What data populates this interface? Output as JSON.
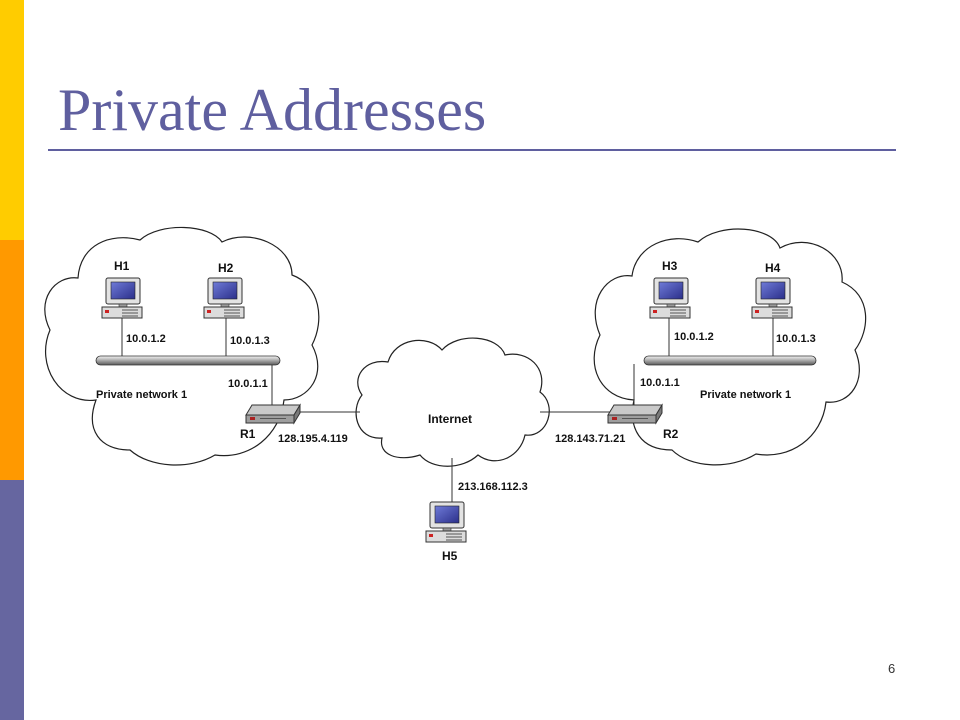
{
  "slide": {
    "title": "Private Addresses",
    "page_number": "6"
  },
  "diagram": {
    "left_network": {
      "label": "Private network 1",
      "hosts": [
        {
          "name": "H1",
          "ip": "10.0.1.2"
        },
        {
          "name": "H2",
          "ip": "10.0.1.3"
        }
      ],
      "router": {
        "name": "R1",
        "inside_ip": "10.0.1.1",
        "outside_ip": "128.195.4.119"
      }
    },
    "right_network": {
      "label": "Private network 1",
      "hosts": [
        {
          "name": "H3",
          "ip": "10.0.1.2"
        },
        {
          "name": "H4",
          "ip": "10.0.1.3"
        }
      ],
      "router": {
        "name": "R2",
        "inside_ip": "10.0.1.1",
        "outside_ip": "128.143.71.21"
      }
    },
    "internet": {
      "label": "Internet",
      "host": {
        "name": "H5",
        "ip": "213.168.112.3"
      }
    }
  }
}
